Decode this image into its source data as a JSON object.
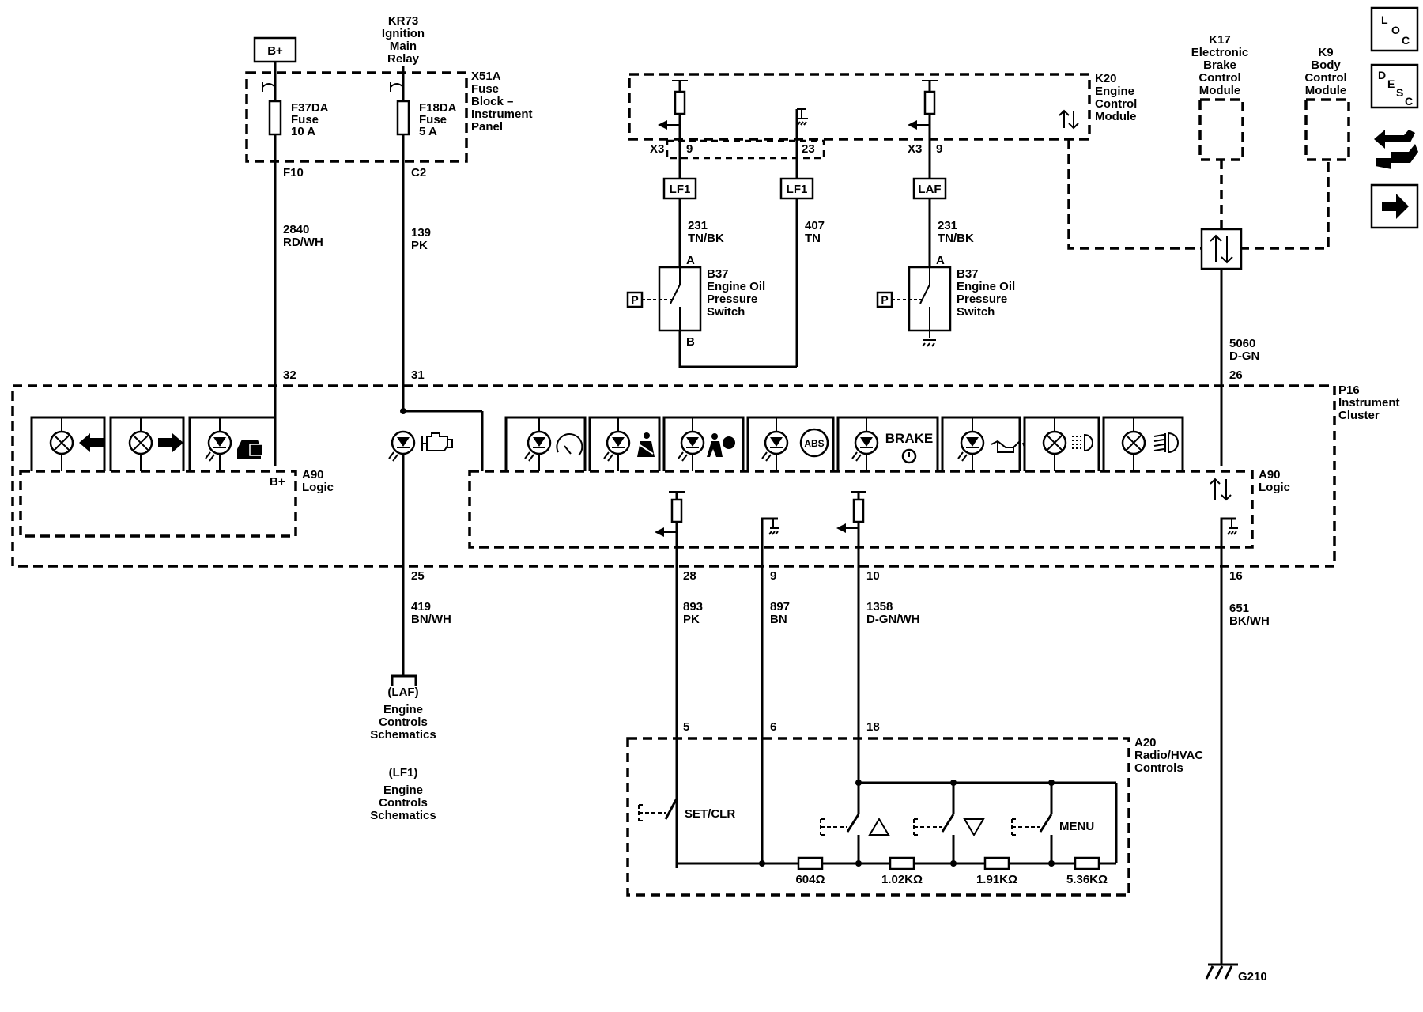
{
  "bplus": "B+",
  "kr73": {
    "id": "KR73",
    "name": [
      "Ignition",
      "Main",
      "Relay"
    ]
  },
  "x51a": {
    "id": "X51A",
    "name": [
      "Fuse",
      "Block –",
      "Instrument",
      "Panel"
    ]
  },
  "f37": {
    "id": "F37DA",
    "l1": "Fuse",
    "l2": "10 A",
    "pin": "F10"
  },
  "f18": {
    "id": "F18DA",
    "l1": "Fuse",
    "l2": "5 A",
    "pin": "C2"
  },
  "wire2840": {
    "num": "2840",
    "color": "RD/WH"
  },
  "wire139": {
    "num": "139",
    "color": "PK"
  },
  "k20": {
    "id": "K20",
    "name": [
      "Engine",
      "Control",
      "Module"
    ]
  },
  "k20conn": {
    "x3a": "X3",
    "pin9a": "9",
    "pin23": "23",
    "x3b": "X3",
    "pin9b": "9"
  },
  "variants": {
    "lf1a": "LF1",
    "lf1b": "LF1",
    "laf": "LAF"
  },
  "wire231a": {
    "num": "231",
    "color": "TN/BK"
  },
  "wire407": {
    "num": "407",
    "color": "TN"
  },
  "wire231b": {
    "num": "231",
    "color": "TN/BK"
  },
  "b37a": {
    "id": "B37",
    "name": [
      "Engine Oil",
      "Pressure",
      "Switch"
    ],
    "pinA": "A",
    "pinB": "B",
    "p": "P"
  },
  "b37b": {
    "id": "B37",
    "name": [
      "Engine Oil",
      "Pressure",
      "Switch"
    ],
    "pinA": "A",
    "p": "P"
  },
  "k17": {
    "id": "K17",
    "name": [
      "Electronic",
      "Brake",
      "Control",
      "Module"
    ]
  },
  "k9": {
    "id": "K9",
    "name": [
      "Body",
      "Control",
      "Module"
    ]
  },
  "wire5060": {
    "num": "5060",
    "color": "D-GN",
    "pin": "26"
  },
  "p16": {
    "id": "P16",
    "name": [
      "Instrument",
      "Cluster"
    ],
    "pin32": "32",
    "pin31": "31"
  },
  "a90left": {
    "id": "A90",
    "name": "Logic",
    "bplus": "B+"
  },
  "a90right": {
    "id": "A90",
    "name": "Logic"
  },
  "brake_text": "BRAKE",
  "abs_text": "ABS",
  "pins_bottom": {
    "p25": "25",
    "p28": "28",
    "p9": "9",
    "p10": "10",
    "p16": "16"
  },
  "wire419": {
    "num": "419",
    "color": "BN/WH"
  },
  "wire893": {
    "num": "893",
    "color": "PK"
  },
  "wire897": {
    "num": "897",
    "color": "BN"
  },
  "wire1358": {
    "num": "1358",
    "color": "D-GN/WH"
  },
  "wire651": {
    "num": "651",
    "color": "BK/WH"
  },
  "laf_ref": {
    "tag": "(LAF)",
    "lines": [
      "Engine",
      "Controls",
      "Schematics"
    ]
  },
  "lf1_ref": {
    "tag": "(LF1)",
    "lines": [
      "Engine",
      "Controls",
      "Schematics"
    ]
  },
  "a20": {
    "id": "A20",
    "name": [
      "Radio/HVAC",
      "Controls"
    ],
    "pin5": "5",
    "pin6": "6",
    "pin18": "18"
  },
  "a20switches": {
    "setclr": "SET/CLR",
    "menu": "MENU"
  },
  "resistors": [
    "604Ω",
    "1.02KΩ",
    "1.91KΩ",
    "5.36KΩ"
  ],
  "ground": "G210",
  "nav": {
    "loc": [
      "L",
      "O",
      "C"
    ],
    "desc": [
      "D",
      "E",
      "S",
      "C"
    ],
    "icons": [
      "exchange-icon",
      "arrow-right-icon"
    ]
  }
}
